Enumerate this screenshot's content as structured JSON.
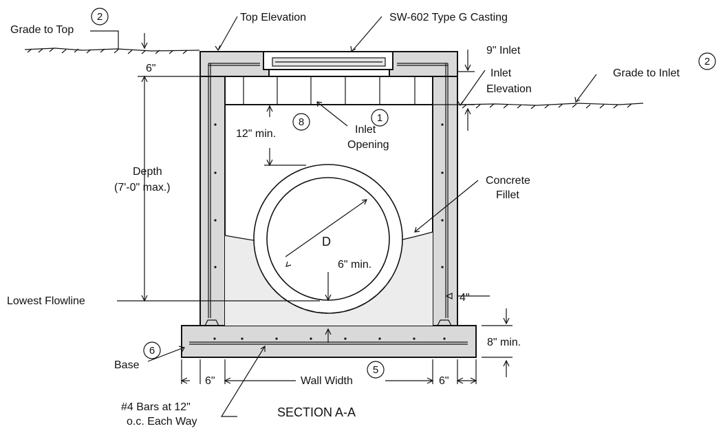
{
  "title": "SECTION A-A",
  "labels": {
    "grade_to_top": "Grade to Top",
    "top_elevation": "Top Elevation",
    "casting": "SW-602 Type G Casting",
    "inlet_9": "9\" Inlet",
    "inlet_elev_1": "Inlet",
    "inlet_elev_2": "Elevation",
    "grade_to_inlet": "Grade to Inlet",
    "six_top": "6\"",
    "inlet_open_1": "Inlet",
    "inlet_open_2": "Opening",
    "twelve_min": "12\" min.",
    "depth_1": "Depth",
    "depth_2": "(7'-0\" max.)",
    "fillet_1": "Concrete",
    "fillet_2": "Fillet",
    "pipe_d": "D",
    "six_min": "6\" min.",
    "lowest_flowline": "Lowest Flowline",
    "four_in": "4\"",
    "eight_min": "8\" min.",
    "base": "Base",
    "six_left": "6\"",
    "wall_width": "Wall  Width",
    "six_right": "6\"",
    "bars_1": "#4 Bars at 12\"",
    "bars_2": "o.c.  Each Way"
  },
  "callouts": {
    "grade_to_top": "2",
    "grade_to_inlet": "2",
    "inlet_opening": "1",
    "twelve_min": "8",
    "base": "6",
    "wall_width": "5"
  }
}
